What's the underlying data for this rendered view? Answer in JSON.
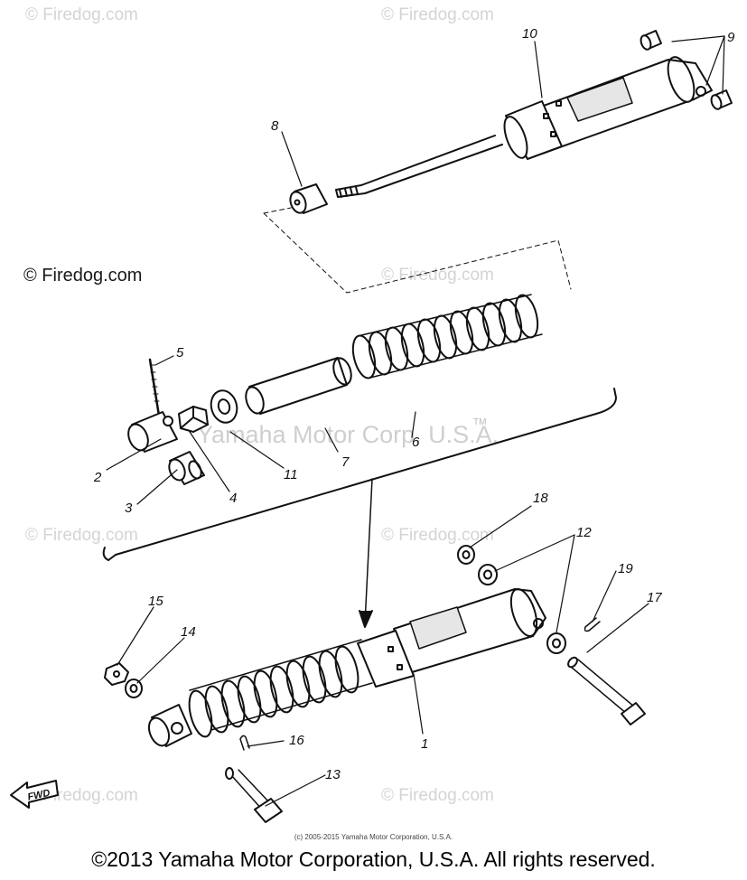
{
  "watermark": "© Firedog.com",
  "watermark_primary": "© Firedog.com",
  "brand_watermark": "Yamaha Motor Corp, U.S.A.",
  "brand_tm": "TM",
  "callouts": {
    "c1": "1",
    "c2": "2",
    "c3": "3",
    "c4": "4",
    "c5": "5",
    "c6": "6",
    "c7": "7",
    "c8": "8",
    "c9": "9",
    "c10": "10",
    "c11": "11",
    "c12": "12",
    "c13": "13",
    "c14": "14",
    "c15": "15",
    "c16": "16",
    "c17": "17",
    "c18": "18",
    "c19": "19"
  },
  "fwd_label": "FWD",
  "small_copyright": "(c) 2005-2015 Yamaha Motor Corporation, U.S.A.",
  "footer_copyright": "©2013 Yamaha Motor Corporation, U.S.A. All rights reserved."
}
